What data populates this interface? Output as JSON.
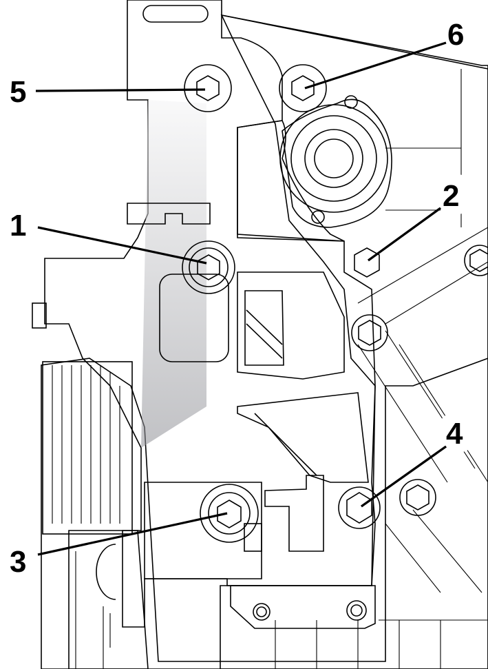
{
  "diagram": {
    "colors": {
      "housing": "#a9f59a",
      "bracket_light": "#eeeeef",
      "bracket_mid": "#b9bac0",
      "bracket_dark": "#6f7077",
      "bolt_metal": "#d3c9ae",
      "bolt_shadow": "#8d806a",
      "callout_circle": "#ffffff",
      "outline": "#000000"
    },
    "callouts": [
      {
        "number": "1",
        "kind": "bolt"
      },
      {
        "number": "2",
        "kind": "bolt"
      },
      {
        "number": "3",
        "kind": "bolt"
      },
      {
        "number": "4",
        "kind": "bolt"
      },
      {
        "number": "5",
        "kind": "bolt"
      },
      {
        "number": "6",
        "kind": "bolt"
      }
    ]
  }
}
